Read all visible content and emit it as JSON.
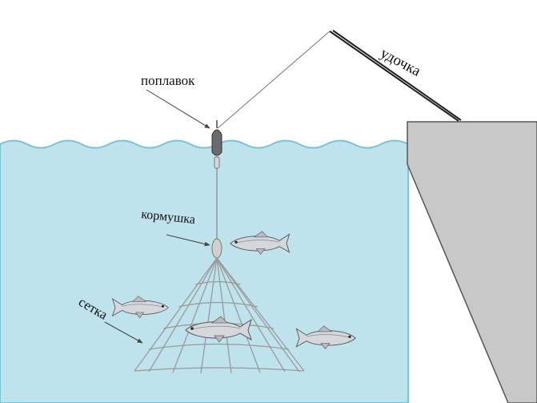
{
  "labels": {
    "float": "поплавок",
    "rod": "удочка",
    "feeder": "кормушка",
    "net": "сетка"
  },
  "colors": {
    "sky": "#ffffff",
    "water": "#bfe3ec",
    "wave_line": "#79c3d7",
    "bank": "#c8c8c8",
    "bank_edge": "#555555",
    "line": "#777777",
    "rod": "#222222",
    "net": "#9a9a9a",
    "text": "#111111"
  },
  "icons": [
    "float-icon",
    "feeder-icon",
    "fish-icon"
  ]
}
